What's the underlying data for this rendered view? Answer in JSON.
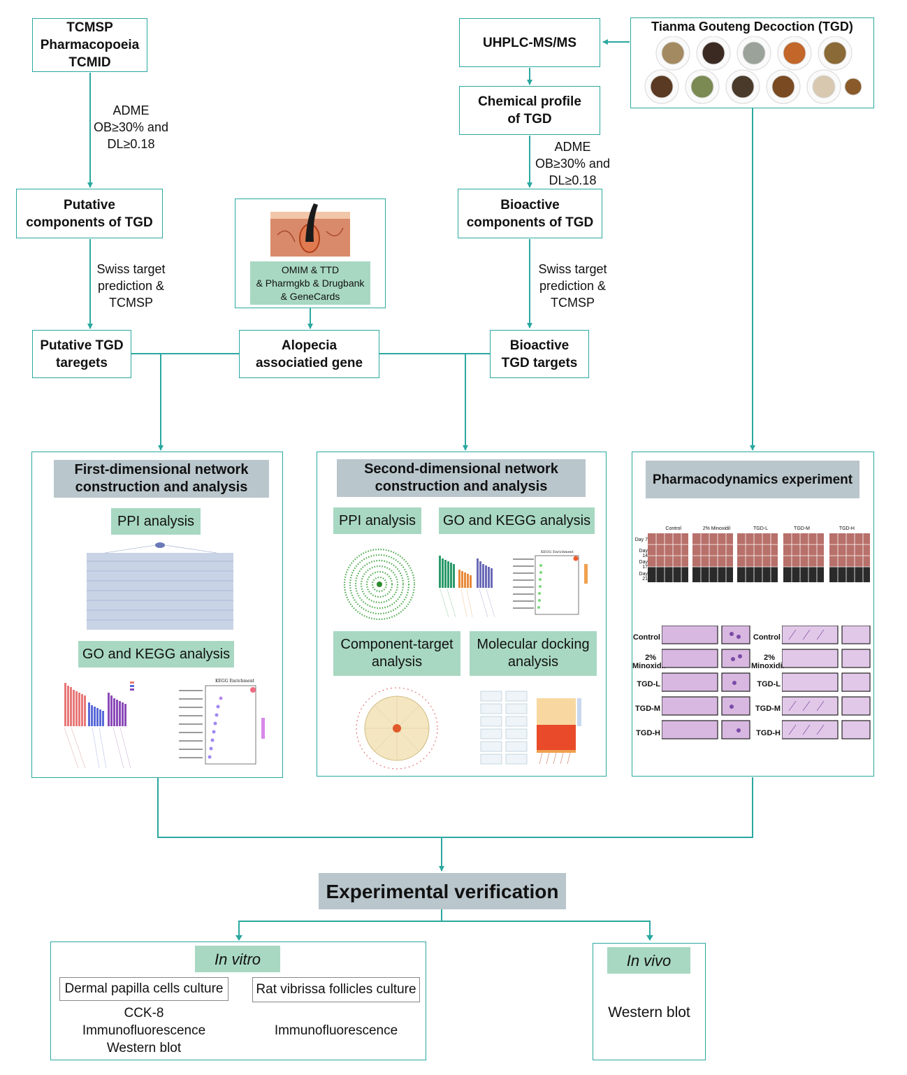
{
  "sources_box": {
    "line1": "TCMSP",
    "line2": "Pharmacopoeia",
    "line3": "TCMID"
  },
  "adme_left": {
    "line1": "ADME",
    "line2": "OB≥30% and",
    "line3": "DL≥0.18"
  },
  "putative_components": {
    "line1": "Putative",
    "line2": "components of TGD"
  },
  "swiss_left": {
    "line1": "Swiss target",
    "line2": "prediction &",
    "line3": "TCMSP"
  },
  "putative_targets": {
    "line1": "Putative TGD",
    "line2": "taregets"
  },
  "disease_db": {
    "line1": "OMIM & TTD",
    "line2": "& Pharmgkb  & Drugbank",
    "line3": "& GeneCards"
  },
  "alopecia_gene": {
    "line1": "Alopecia",
    "line2": "associatied  gene"
  },
  "uhplc": {
    "label": "UHPLC-MS/MS"
  },
  "tgd": {
    "title": "Tianma Gouteng Decoction (TGD)"
  },
  "chemical_profile": {
    "line1": "Chemical profile",
    "line2": "of TGD"
  },
  "adme_right": {
    "line1": "ADME",
    "line2": "OB≥30% and",
    "line3": "DL≥0.18"
  },
  "bioactive_components": {
    "line1": "Bioactive",
    "line2": "components of TGD"
  },
  "swiss_right": {
    "line1": "Swiss target",
    "line2": "prediction &",
    "line3": "TCMSP"
  },
  "bioactive_targets": {
    "line1": "Bioactive",
    "line2": "TGD targets"
  },
  "panel1": {
    "title1": "First-dimensional network",
    "title2": "construction and analysis",
    "ppi": "PPI analysis",
    "go_kegg": "GO and KEGG analysis",
    "kegg_title": "KEGG Enrichment"
  },
  "panel2": {
    "title1": "Second-dimensional network",
    "title2": "construction and analysis",
    "ppi": "PPI analysis",
    "go_kegg": "GO and KEGG analysis",
    "ct1": "Component-target",
    "ct2": "analysis",
    "md1": "Molecular docking",
    "md2": "analysis",
    "kegg_title": "KEGG Enrichment"
  },
  "panel3": {
    "title": "Pharmacodynamics experiment",
    "groups": [
      "Control",
      "2% Minoxidil",
      "TGD-L",
      "TGD-M",
      "TGD-H"
    ],
    "days": [
      "Day 7",
      "Day 14",
      "Day 17",
      "Day 21"
    ],
    "histo_left": [
      "Control",
      "2%",
      "Minoxidil",
      "TGD-L",
      "TGD-M",
      "TGD-H"
    ],
    "histo_right": [
      "Control",
      "2%",
      "Minoxidil",
      "TGD-L",
      "TGD-M",
      "TGD-H"
    ]
  },
  "verification": {
    "title": "Experimental verification"
  },
  "in_vitro": {
    "title": "In vitro",
    "dpc": "Dermal papilla cells culture",
    "rvf": "Rat vibrissa follicles culture",
    "cck8": "CCK-8",
    "if1": "Immunofluorescence",
    "wb1": "Western blot",
    "if2": "Immunofluorescence"
  },
  "in_vivo": {
    "title": "In vivo",
    "wb": "Western blot"
  },
  "colors": {
    "connector": "#2aa8a0",
    "title_fill": "#b9c6cc",
    "tag_fill": "#a8d8c2"
  }
}
